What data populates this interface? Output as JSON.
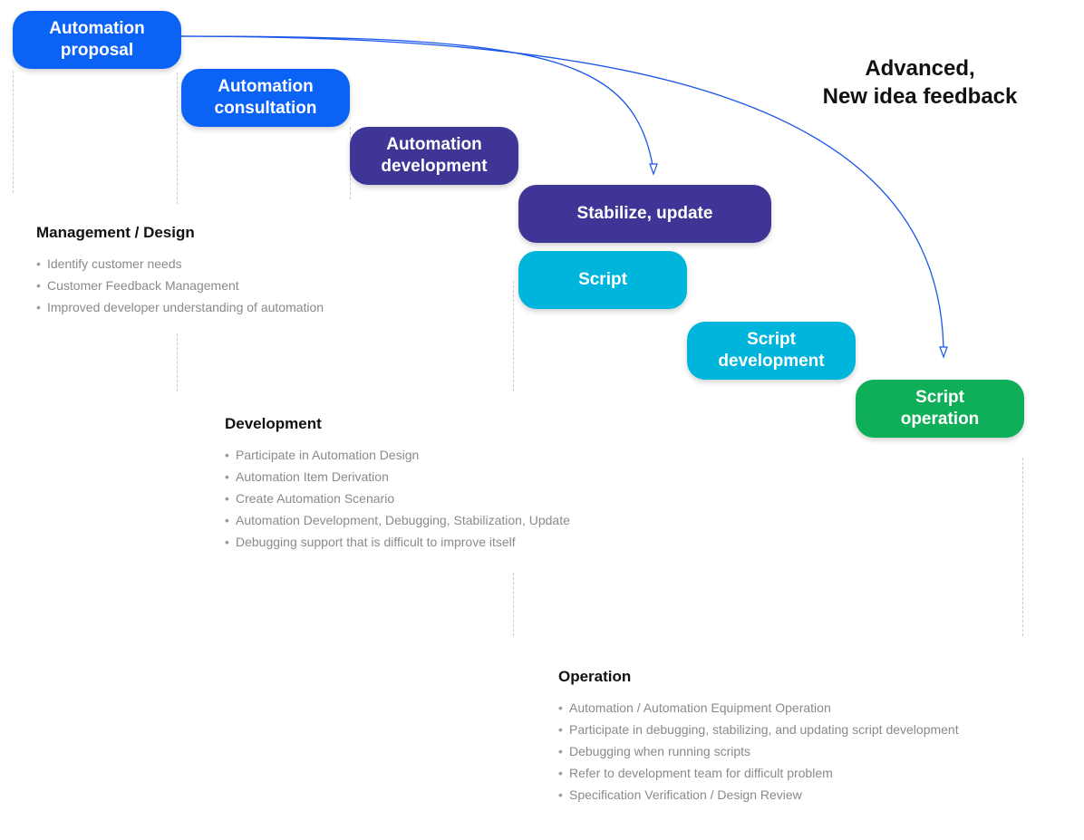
{
  "headline": {
    "line1": "Advanced,",
    "line2": "New idea feedback"
  },
  "steps": {
    "automation_proposal": {
      "line1": "Automation",
      "line2": "proposal",
      "color": "#0a63f5"
    },
    "automation_consultation": {
      "line1": "Automation",
      "line2": "consultation",
      "color": "#0a63f5"
    },
    "automation_development": {
      "line1": "Automation",
      "line2": "development",
      "color": "#3f3596"
    },
    "stabilize_update": {
      "line1": "Stabilize, update",
      "color": "#3f3596"
    },
    "script": {
      "line1": "Script",
      "color": "#00b5dc"
    },
    "script_development": {
      "line1": "Script",
      "line2": "development",
      "color": "#00b5dc"
    },
    "script_operation": {
      "line1": "Script",
      "line2": "operation",
      "color": "#0fae58"
    }
  },
  "cards": {
    "management": {
      "title": "Management / Design",
      "items": [
        "Identify customer needs",
        "Customer Feedback Management",
        "Improved developer understanding of automation"
      ]
    },
    "development": {
      "title": "Development",
      "items": [
        "Participate in Automation Design",
        "Automation Item Derivation",
        "Create Automation Scenario",
        "Automation Development, Debugging, Stabilization, Update",
        "Debugging support that is difficult to improve itself"
      ]
    },
    "operation": {
      "title": "Operation",
      "items": [
        "Automation / Automation Equipment Operation",
        "Participate in debugging, stabilizing, and updating script development",
        "Debugging when running scripts",
        "Refer to development team for difficult problem",
        "Specification Verification / Design Review"
      ]
    }
  },
  "arrow_color": "#1a56e8"
}
